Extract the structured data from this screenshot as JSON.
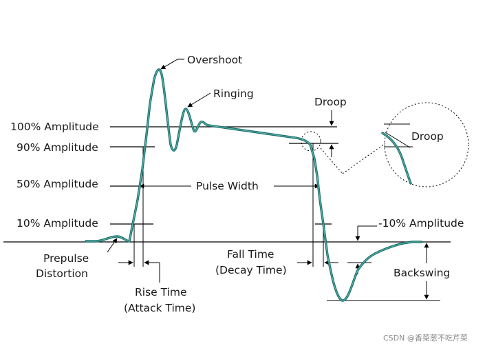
{
  "labels": {
    "overshoot": "Overshoot",
    "ringing": "Ringing",
    "droop": "Droop",
    "droop_zoom": "Droop",
    "amp100": "100% Amplitude",
    "amp90": "90% Amplitude",
    "amp50": "50% Amplitude",
    "amp10": "10% Amplitude",
    "pulse_width": "Pulse Width",
    "neg10": "-10% Amplitude",
    "prepulse_line1": "Prepulse",
    "prepulse_line2": "Distortion",
    "fall_line1": "Fall Time",
    "fall_line2": "(Decay Time)",
    "rise_line1": "Rise Time",
    "rise_line2": "(Attack Time)",
    "backswing": "Backswing",
    "watermark": "CSDN @香菜葱不吃芹菜"
  },
  "colors": {
    "waveform": "#1f6f6a",
    "waveform_highlight": "#58b8b0",
    "lines": "#000000",
    "text": "#1a1a1a",
    "background": "#ffffff"
  }
}
